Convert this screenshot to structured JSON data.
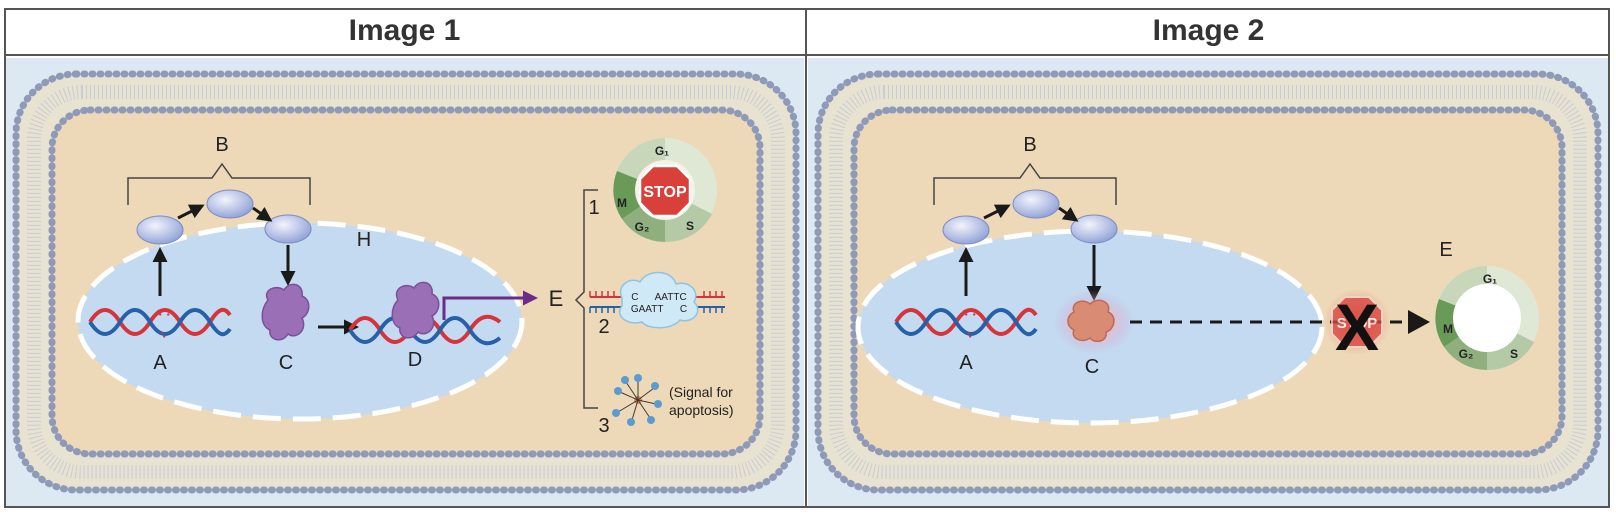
{
  "panels": [
    {
      "title": "Image 1",
      "labels": {
        "A": "A",
        "B": "B",
        "C": "C",
        "D": "D",
        "E": "E",
        "H": "H"
      },
      "outcomes": [
        {
          "number": "1",
          "stop_sign": "STOP",
          "phases": [
            "G₁",
            "S",
            "G₂",
            "M"
          ]
        },
        {
          "number": "2",
          "dna_top": "C      AATTC",
          "dna_bottom": "GAATT      C"
        },
        {
          "number": "3",
          "text_line1": "(Signal for",
          "text_line2": "apoptosis)"
        }
      ]
    },
    {
      "title": "Image 2",
      "labels": {
        "A": "A",
        "B": "B",
        "C": "C",
        "E": "E"
      },
      "blocked_symbol": "X",
      "stop_sign": "STOP",
      "phases": [
        "G₁",
        "S",
        "G₂",
        "M"
      ]
    }
  ],
  "colors": {
    "cytoplasm": "#edd9b8",
    "extracellular": "#dce8f2",
    "nucleus": "#c3daf0",
    "membrane_head": "#8e9ab8",
    "protein_purple": "#9b6fb5",
    "protein_red": "#d98b74",
    "dna_red": "#d6343a",
    "dna_blue": "#2560a8",
    "arrow_purple": "#6a2c86",
    "stop_red": "#d9403a"
  }
}
